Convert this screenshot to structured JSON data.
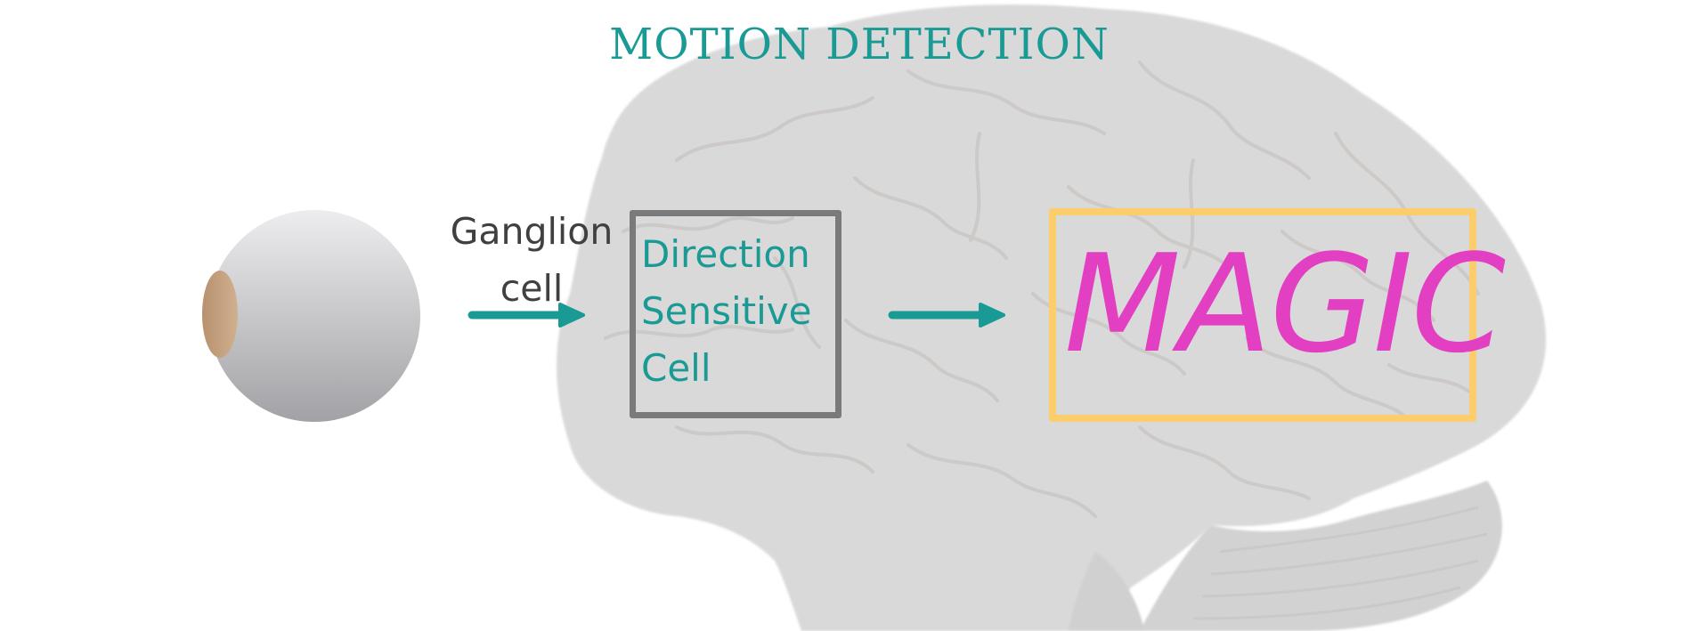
{
  "title": "MOTION DETECTION",
  "ganglion": {
    "line1": "Ganglion",
    "line2": "cell"
  },
  "dsc": {
    "line1": "Direction",
    "line2": "Sensitive",
    "line3": "Cell"
  },
  "magic": "MAGIC",
  "colors": {
    "title": "#1a9a94",
    "arrow": "#1a9a94",
    "dsc_border": "#7a7a7a",
    "magic_border": "#fccd6c",
    "magic_text": "#e33fc2",
    "brain": "#d9d9d9",
    "eye_top": "#ececee",
    "eye_bottom": "#a3a3a7",
    "iris": "#c8a07a"
  },
  "icons": {
    "eye": "eyeball-icon",
    "brain": "brain-silhouette"
  }
}
